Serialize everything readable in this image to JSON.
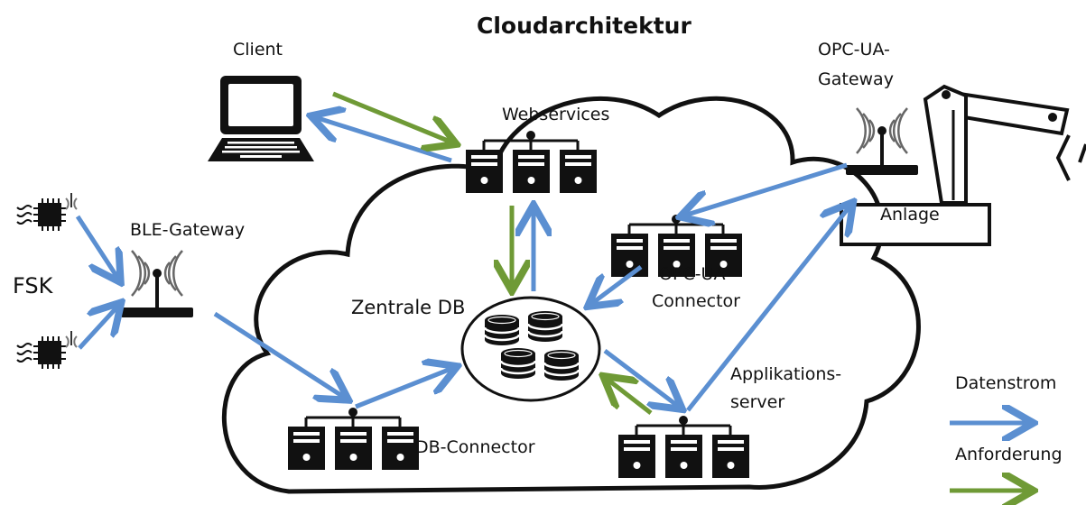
{
  "title": "Cloudarchitektur",
  "nodes": {
    "client": "Client",
    "webservices": "Webservices",
    "opcua_gateway_line1": "OPC-UA-",
    "opcua_gateway_line2": "Gateway",
    "ble_gateway": "BLE-Gateway",
    "fsk": "FSK",
    "anlage": "Anlage",
    "opcua_connector_line1": "OPC-UA-",
    "opcua_connector_line2": "Connector",
    "zentrale_db": "Zentrale DB",
    "applikationsserver_line1": "Applikations-",
    "applikationsserver_line2": "server",
    "db_connector": "DB-Connector"
  },
  "legend": {
    "datenstrom": "Datenstrom",
    "anforderung": "Anforderung"
  },
  "colors": {
    "datenstrom": "#5b8fd1",
    "anforderung": "#6f9a36",
    "outline": "#111111"
  }
}
